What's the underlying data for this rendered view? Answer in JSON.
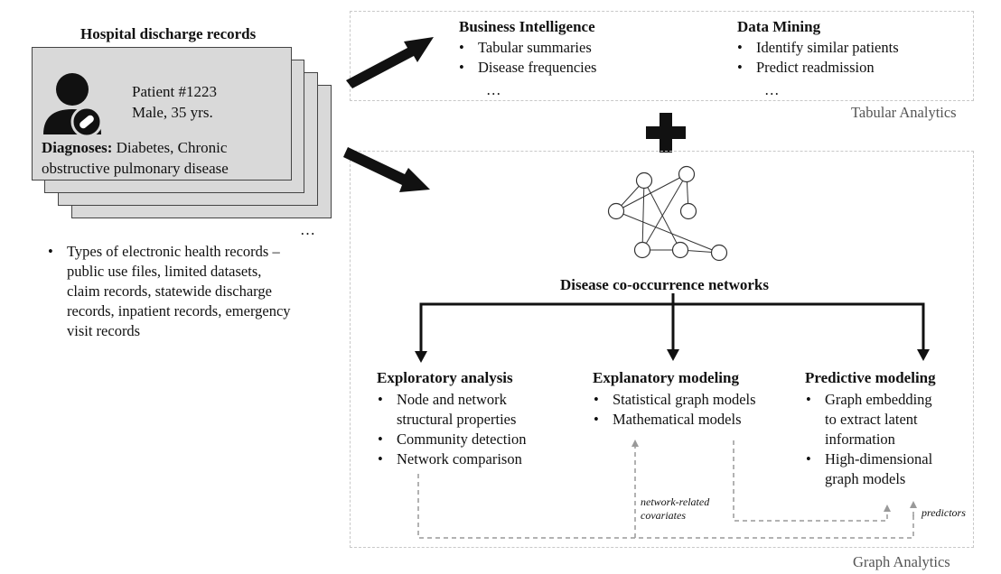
{
  "records": {
    "title": "Hospital discharge records",
    "patient_id": "Patient #1223",
    "patient_info": "Male, 35 yrs.",
    "diagnoses_label": "Diagnoses:",
    "diagnoses_line1": " Diabetes, Chronic",
    "diagnoses_line2": "obstructive pulmonary disease",
    "ellipsis": "…",
    "types": [
      "Types of electronic health records –",
      "public use files, limited datasets,",
      "claim records, statewide discharge",
      "records, inpatient records, emergency",
      "visit records"
    ]
  },
  "tabular": {
    "label": "Tabular Analytics",
    "bi_title": "Business Intelligence",
    "bi_items": [
      "Tabular summaries",
      "Disease frequencies"
    ],
    "bi_more": "…",
    "dm_title": "Data Mining",
    "dm_items": [
      "Identify similar patients",
      "Predict readmission"
    ],
    "dm_more": "…"
  },
  "graph": {
    "label": "Graph Analytics",
    "network_title": "Disease co-occurrence networks",
    "exploratory_title": "Exploratory analysis",
    "exploratory_items": [
      "Node and network",
      "structural properties",
      "Community detection",
      "Network comparison"
    ],
    "explanatory_title": "Explanatory modeling",
    "explanatory_items": [
      "Statistical graph models",
      "Mathematical models"
    ],
    "predictive_title": "Predictive modeling",
    "predictive_items": [
      "Graph embedding",
      "to extract latent",
      "information",
      "High-dimensional",
      "graph models"
    ],
    "covariates_line1": "network-related",
    "covariates_line2": "covariates",
    "predictors": "predictors"
  },
  "icons": {
    "plus": "plus-icon",
    "patient": "patient-icon",
    "network": "network-graph-icon"
  },
  "colors": {
    "card_fill": "#d9d9d9",
    "arrow": "#111111",
    "dashed_feedback": "#9a9a9a"
  }
}
